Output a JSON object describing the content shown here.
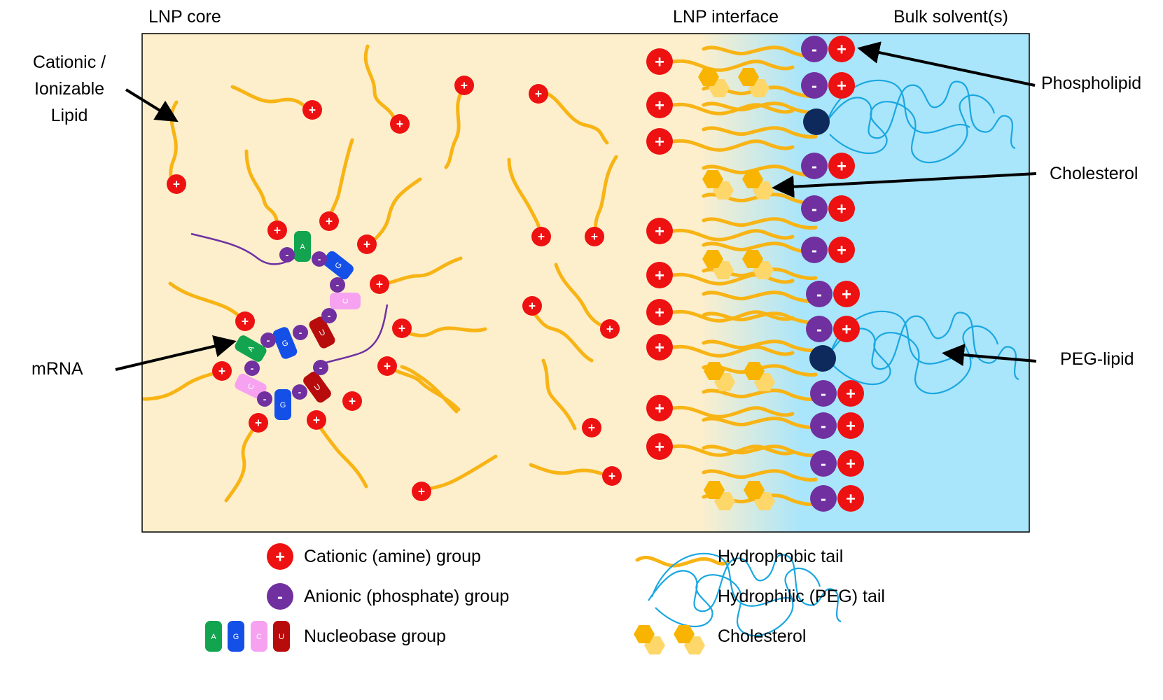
{
  "regions": {
    "core": "LNP core",
    "interface": "LNP interface",
    "bulk": "Bulk solvent(s)"
  },
  "callouts": {
    "cationic_lipid": "Cationic / Ionizable Lipid",
    "mrna": "mRNA",
    "phospholipid": "Phospholipid",
    "cholesterol": "Cholesterol",
    "peg_lipid": "PEG-lipid"
  },
  "legend": {
    "cationic": "Cationic (amine) group",
    "anionic": "Anionic (phosphate) group",
    "nucleobase": "Nucleobase group",
    "hydrophobic": "Hydrophobic tail",
    "hydrophilic": "Hydrophilic (PEG) tail",
    "cholesterol": "Cholesterol"
  },
  "symbols": {
    "plus": "+",
    "minus": "-",
    "bases": [
      "A",
      "G",
      "C",
      "U"
    ]
  },
  "colors": {
    "core_bg": "#fdefcc",
    "solvent_bg": "#a9e5fb",
    "cationic": "#ee1111",
    "anionic": "#7030a0",
    "tail": "#f8b415",
    "peg": "#1aa7e0",
    "peg_head": "#0e2a5c",
    "cholesterol_dark": "#f8b400",
    "cholesterol_light": "#fdd76a",
    "base_A": "#12a44e",
    "base_G": "#1450e8",
    "base_C": "#f6a2f0",
    "base_U": "#b80c0c",
    "mrna_backbone": "#7030a0"
  }
}
